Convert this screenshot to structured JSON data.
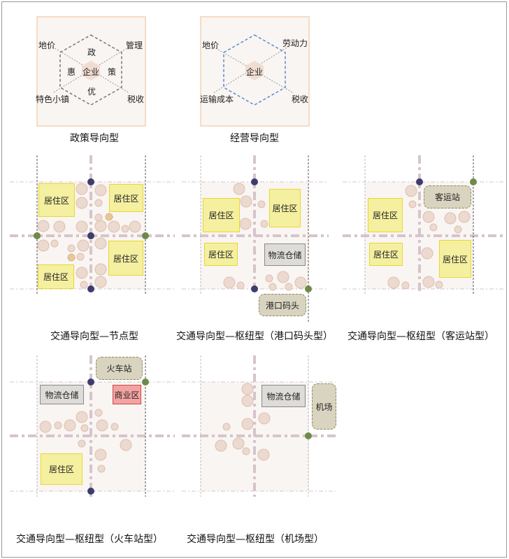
{
  "policy": {
    "title": "政策导向型",
    "center": "企业",
    "corners": [
      "地价",
      "管理",
      "特色小镇",
      "税收"
    ],
    "inner": [
      "政",
      "惠",
      "策",
      "优"
    ]
  },
  "operation": {
    "title": "经营导向型",
    "center": "企业",
    "corners": [
      "地价",
      "劳动力",
      "运输成本",
      "税收"
    ]
  },
  "node": {
    "title": "交通导向型—节点型",
    "zones": [
      "居住区",
      "居住区",
      "居住区",
      "居住区"
    ]
  },
  "port": {
    "title": "交通导向型—枢纽型（港口码头型）",
    "zones": [
      "居住区",
      "居住区",
      "居住区"
    ],
    "logistics": "物流仓储",
    "hub": "港口码头"
  },
  "bus": {
    "title": "交通导向型—枢纽型（客运站型）",
    "zones": [
      "居住区",
      "居住区",
      "居住区"
    ],
    "hub": "客运站"
  },
  "train": {
    "title": "交通导向型—枢纽型（火车站型）",
    "hub": "火车站",
    "logistics": "物流仓储",
    "commercial": "商业区",
    "zones": [
      "居住区"
    ]
  },
  "airport": {
    "title": "交通导向型—枢纽型（机场型）",
    "logistics": "物流仓储",
    "hub": "机场"
  },
  "colors": {
    "road": "#d6c4cc",
    "residential": "#f5f0a0",
    "commercial": "#f4a3a3",
    "bus_stop": "#3e3c6e",
    "metro": "#6e8a4a"
  }
}
